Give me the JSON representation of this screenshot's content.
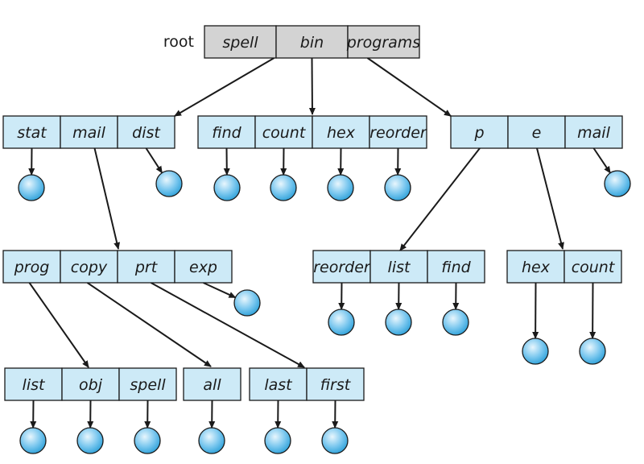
{
  "root_label": "root",
  "colors": {
    "directory_fill": "#cdeaf7",
    "root_fill": "#d3d3d3",
    "file_fill_light": "#e8f6fd",
    "file_fill_dark": "#2a9fd8",
    "line": "#1a1a1a"
  },
  "directories": {
    "root": [
      "spell",
      "bin",
      "programs"
    ],
    "spell_dir": [
      "stat",
      "mail",
      "dist"
    ],
    "bin_dir": [
      "find",
      "count",
      "hex",
      "reorder"
    ],
    "programs_dir": [
      "p",
      "e",
      "mail"
    ],
    "mail_dir": [
      "prog",
      "copy",
      "prt",
      "exp"
    ],
    "p_dir": [
      "reorder",
      "list",
      "find"
    ],
    "e_dir": [
      "hex",
      "count"
    ],
    "prog_dir": [
      "list",
      "obj",
      "spell"
    ],
    "copy_dir": [
      "all"
    ],
    "prt_dir": [
      "last",
      "first"
    ]
  }
}
